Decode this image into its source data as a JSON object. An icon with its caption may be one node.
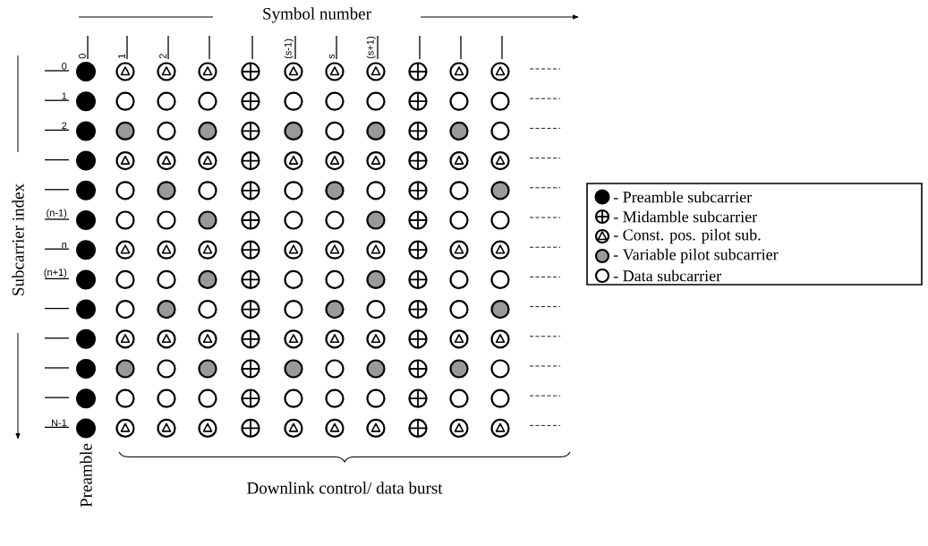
{
  "diagram": {
    "labels": [
      "Symbol number",
      "0",
      "1",
      "2",
      "(s-1)",
      "s",
      "(s+1)",
      "Subcarrier index",
      "0",
      "1",
      "2",
      "(n-1)",
      "n",
      "(n+1)",
      "N-1",
      "Preamble",
      "Downlink control/ data burst"
    ],
    "legend": [
      {
        "text": "- Preamble subcarrier"
      },
      {
        "text": "- Midamble subcarrier"
      },
      {
        "text": "- Const. pos. pilot sub."
      },
      {
        "text": "- Variable pilot subcarrier"
      },
      {
        "text": "- Data subcarrier"
      }
    ]
  }
}
